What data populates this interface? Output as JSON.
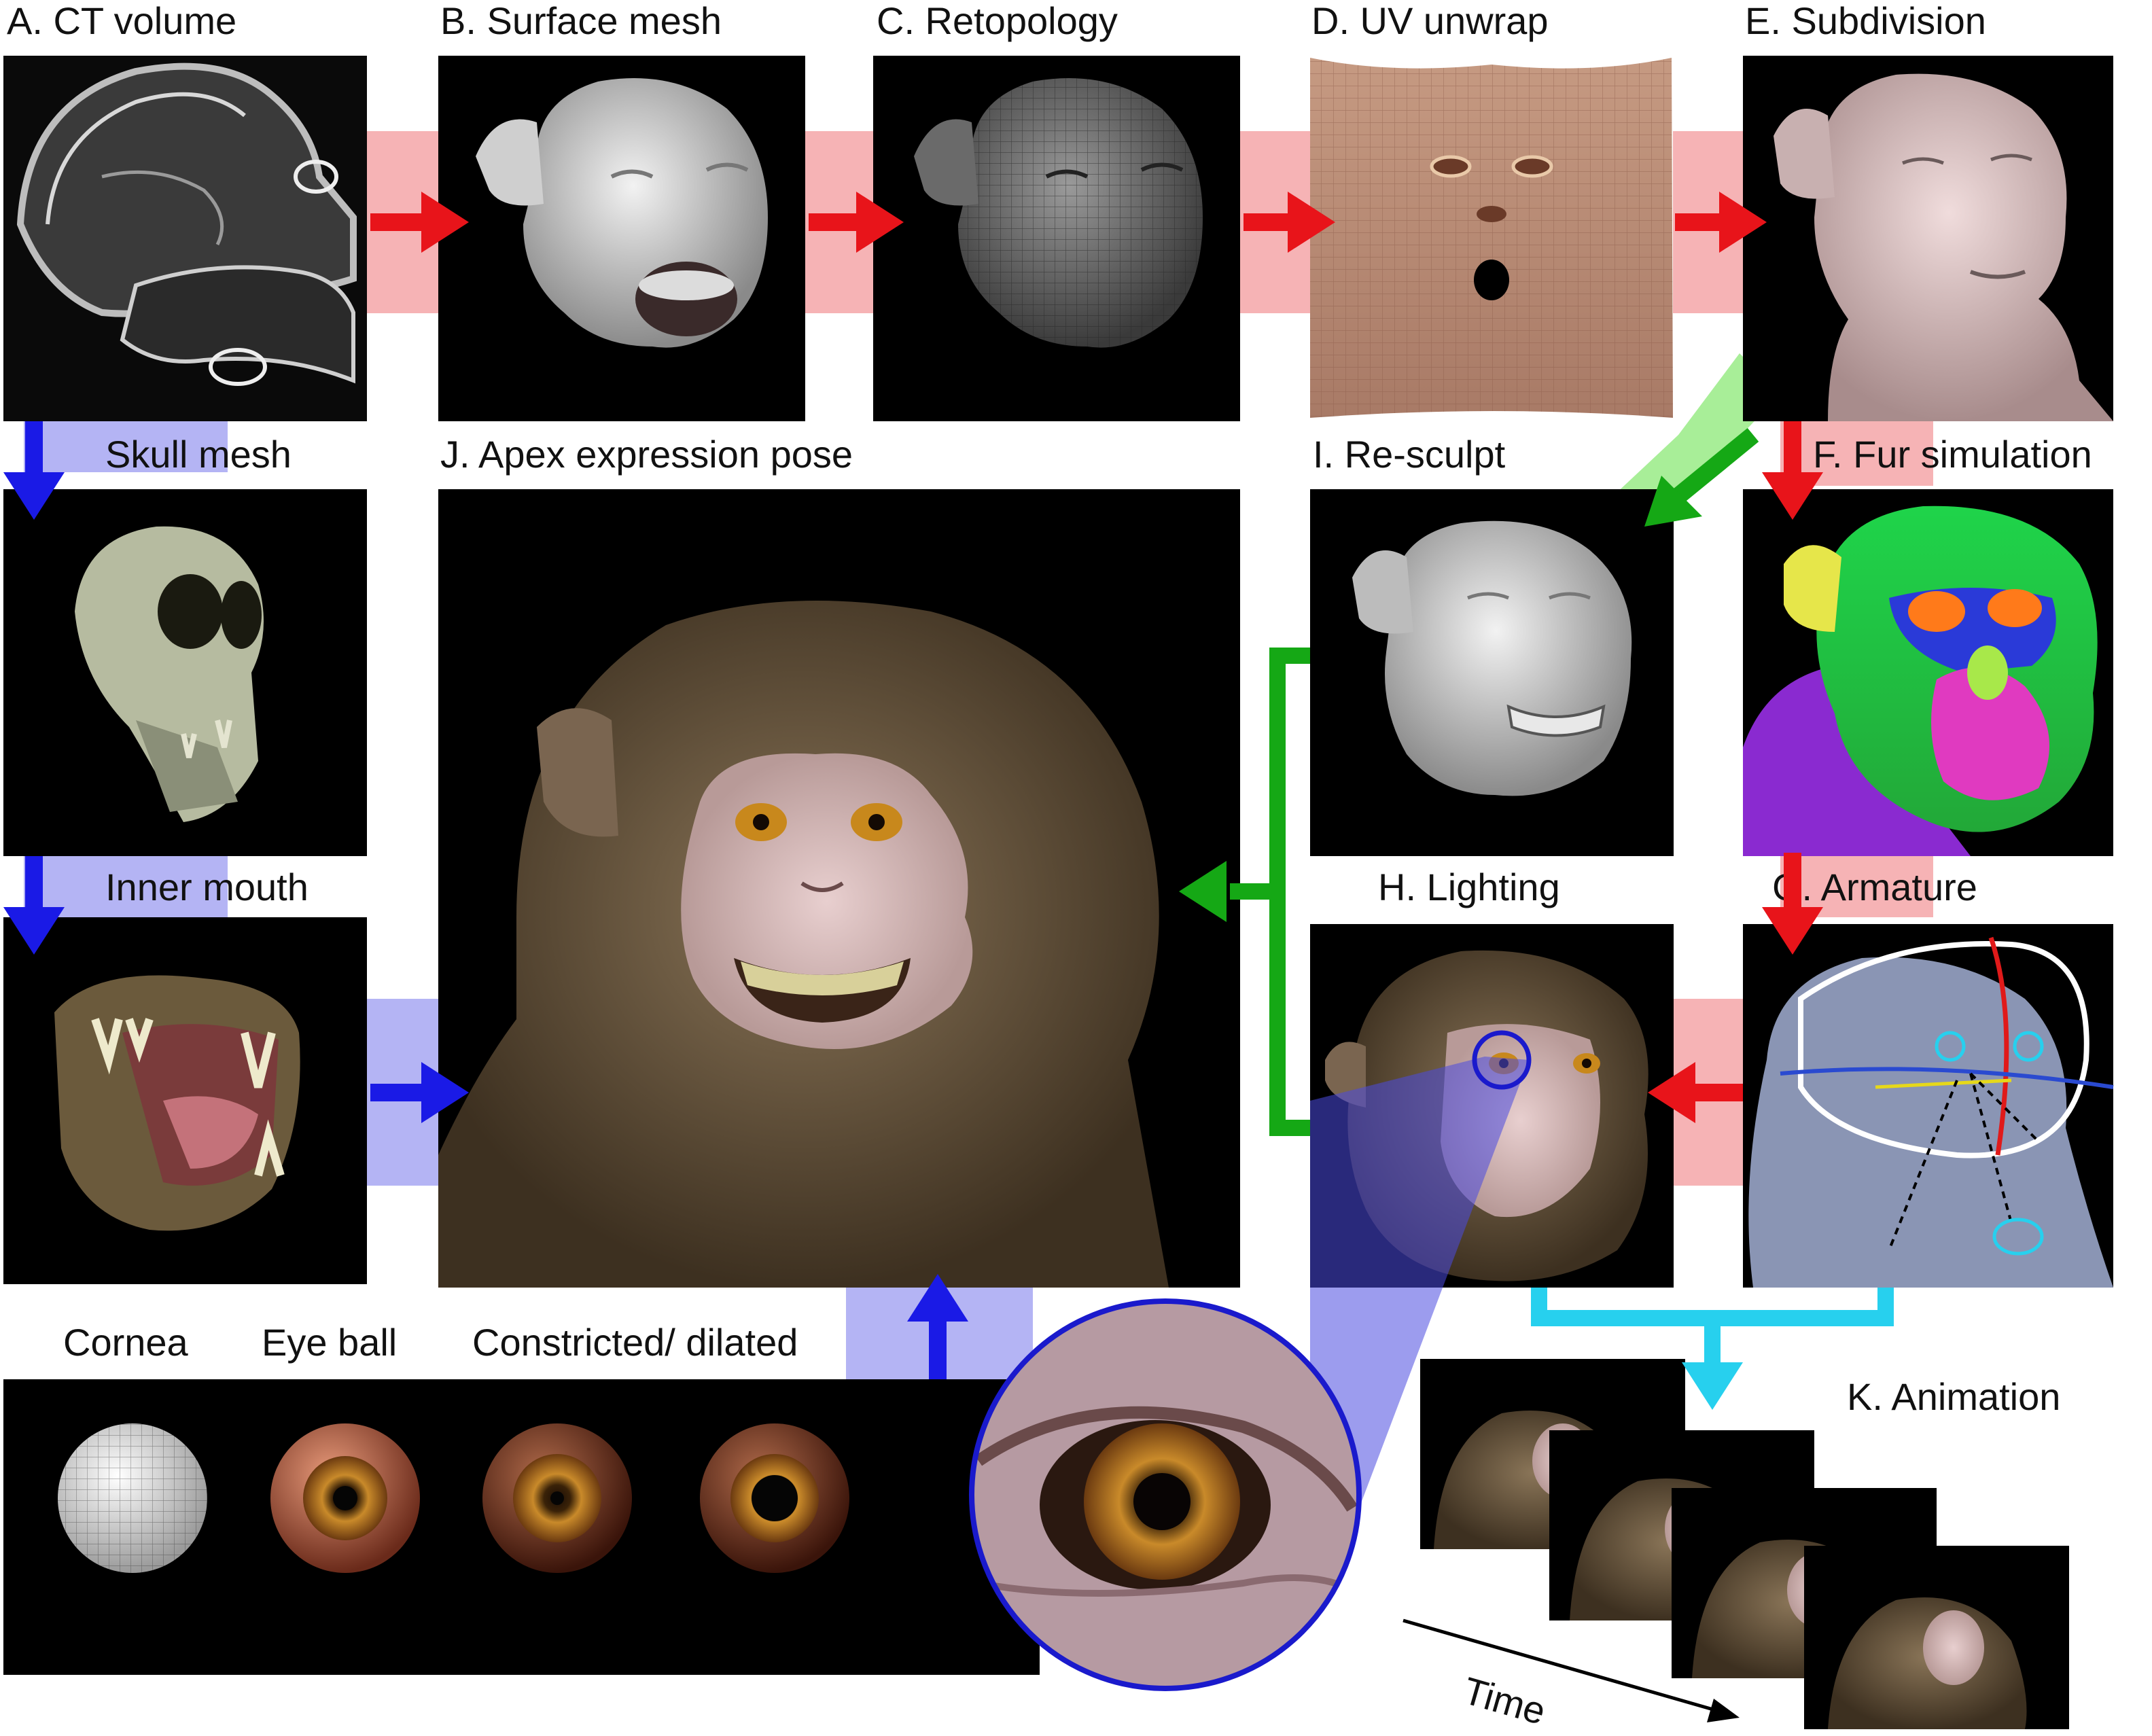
{
  "panels": {
    "A": "A. CT volume",
    "B": "B. Surface mesh",
    "C": "C. Retopology",
    "D": "D. UV unwrap",
    "E": "E. Subdivision",
    "F": "F. Fur simulation",
    "G": "G. Armature",
    "H": "H. Lighting",
    "I": "I. Re-sculpt",
    "J": "J. Apex expression pose",
    "K": "K. Animation"
  },
  "side_labels": {
    "skull": "Skull mesh",
    "mouth": "Inner mouth"
  },
  "eye_labels": {
    "cornea": "Cornea",
    "eyeball": "Eye ball",
    "pupil": "Constricted/ dilated"
  },
  "time_label": "Time",
  "colors": {
    "pipeline_arrow": "#e8141a",
    "pipeline_band": "#f6b3b5",
    "asset_arrow": "#1a1ae6",
    "asset_band": "#b4b4f4",
    "resculpt_arrow": "#15a815",
    "resculpt_band": "#a8ee98",
    "animation_arrow": "#27d0ee",
    "zoom_outline": "#1a1acc"
  },
  "icons": {
    "A": "ct-scan-image",
    "B": "surface-mesh-render",
    "C": "retopology-wireframe-render",
    "D": "uv-map-image",
    "E": "subdivided-head-render",
    "F": "fur-groom-render",
    "G": "armature-rig-render",
    "H": "lit-monkey-render",
    "I": "resculpt-render",
    "J": "apex-expression-render",
    "K": "animation-frames",
    "skull": "skull-render",
    "mouth": "inner-mouth-render",
    "eyes": "eyeball-renders"
  }
}
